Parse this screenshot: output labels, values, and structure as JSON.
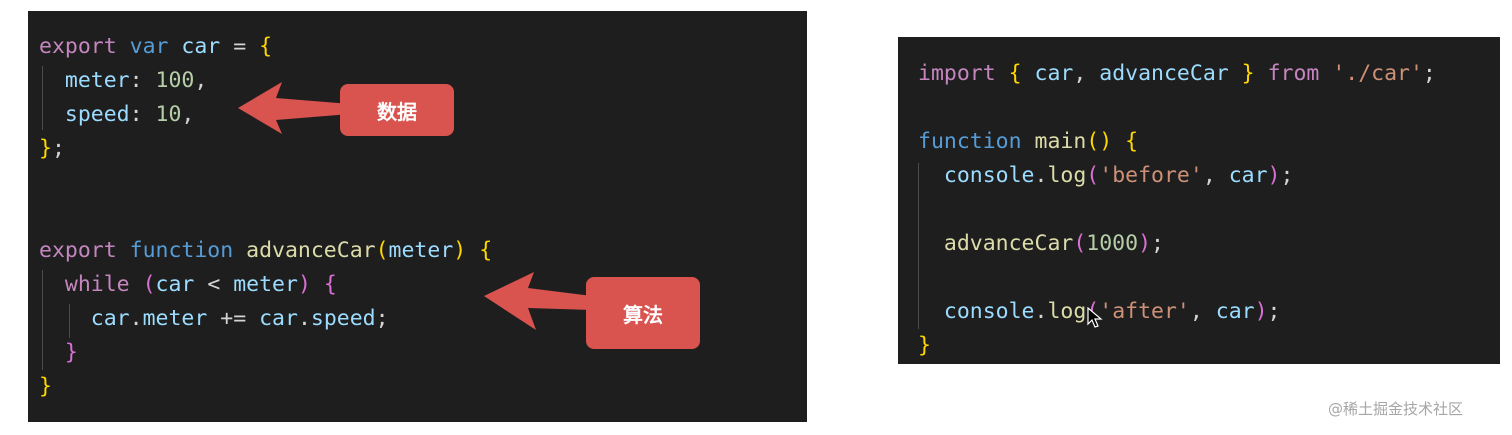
{
  "left_code": {
    "lines": [
      [
        [
          "kw",
          "export"
        ],
        [
          "plain",
          " "
        ],
        [
          "def",
          "var"
        ],
        [
          "plain",
          " "
        ],
        [
          "var",
          "car"
        ],
        [
          "plain",
          " = "
        ],
        [
          "brace",
          "{"
        ]
      ],
      [
        [
          "plain",
          "  "
        ],
        [
          "var",
          "meter"
        ],
        [
          "plain",
          ": "
        ],
        [
          "num",
          "100"
        ],
        [
          "plain",
          ","
        ]
      ],
      [
        [
          "plain",
          "  "
        ],
        [
          "var",
          "speed"
        ],
        [
          "plain",
          ": "
        ],
        [
          "num",
          "10"
        ],
        [
          "plain",
          ","
        ]
      ],
      [
        [
          "brace",
          "}"
        ],
        [
          "plain",
          ";"
        ]
      ],
      [],
      [],
      [
        [
          "kw",
          "export"
        ],
        [
          "plain",
          " "
        ],
        [
          "def",
          "function"
        ],
        [
          "plain",
          " "
        ],
        [
          "fn",
          "advanceCar"
        ],
        [
          "brace",
          "("
        ],
        [
          "var",
          "meter"
        ],
        [
          "brace",
          ")"
        ],
        [
          "plain",
          " "
        ],
        [
          "brace",
          "{"
        ]
      ],
      [
        [
          "plain",
          "  "
        ],
        [
          "kw",
          "while"
        ],
        [
          "plain",
          " "
        ],
        [
          "paren",
          "("
        ],
        [
          "var",
          "car"
        ],
        [
          "plain",
          " < "
        ],
        [
          "var",
          "meter"
        ],
        [
          "paren",
          ")"
        ],
        [
          "plain",
          " "
        ],
        [
          "brace2",
          "{"
        ]
      ],
      [
        [
          "plain",
          "    "
        ],
        [
          "var",
          "car"
        ],
        [
          "plain",
          "."
        ],
        [
          "var",
          "meter"
        ],
        [
          "plain",
          " += "
        ],
        [
          "var",
          "car"
        ],
        [
          "plain",
          "."
        ],
        [
          "var",
          "speed"
        ],
        [
          "plain",
          ";"
        ]
      ],
      [
        [
          "plain",
          "  "
        ],
        [
          "brace2",
          "}"
        ]
      ],
      [
        [
          "brace",
          "}"
        ]
      ]
    ]
  },
  "right_code": {
    "lines": [
      [
        [
          "kw",
          "import"
        ],
        [
          "plain",
          " "
        ],
        [
          "brace",
          "{"
        ],
        [
          "plain",
          " "
        ],
        [
          "var",
          "car"
        ],
        [
          "plain",
          ", "
        ],
        [
          "var",
          "advanceCar"
        ],
        [
          "plain",
          " "
        ],
        [
          "brace",
          "}"
        ],
        [
          "plain",
          " "
        ],
        [
          "kw",
          "from"
        ],
        [
          "plain",
          " "
        ],
        [
          "str",
          "'./car'"
        ],
        [
          "plain",
          ";"
        ]
      ],
      [],
      [
        [
          "def",
          "function"
        ],
        [
          "plain",
          " "
        ],
        [
          "fn",
          "main"
        ],
        [
          "brace",
          "()"
        ],
        [
          "plain",
          " "
        ],
        [
          "brace",
          "{"
        ]
      ],
      [
        [
          "plain",
          "  "
        ],
        [
          "var",
          "console"
        ],
        [
          "plain",
          "."
        ],
        [
          "fn",
          "log"
        ],
        [
          "paren",
          "("
        ],
        [
          "str",
          "'before'"
        ],
        [
          "plain",
          ", "
        ],
        [
          "var",
          "car"
        ],
        [
          "paren",
          ")"
        ],
        [
          "plain",
          ";"
        ]
      ],
      [],
      [
        [
          "plain",
          "  "
        ],
        [
          "fn",
          "advanceCar"
        ],
        [
          "paren",
          "("
        ],
        [
          "num",
          "1000"
        ],
        [
          "paren",
          ")"
        ],
        [
          "plain",
          ";"
        ]
      ],
      [],
      [
        [
          "plain",
          "  "
        ],
        [
          "var",
          "console"
        ],
        [
          "plain",
          "."
        ],
        [
          "fn",
          "log"
        ],
        [
          "paren",
          "("
        ],
        [
          "str",
          "'after'"
        ],
        [
          "plain",
          ", "
        ],
        [
          "var",
          "car"
        ],
        [
          "paren",
          ")"
        ],
        [
          "plain",
          ";"
        ]
      ],
      [
        [
          "brace",
          "}"
        ]
      ]
    ]
  },
  "annotations": {
    "data_label": "数据",
    "algorithm_label": "算法",
    "color": "#d9534f"
  },
  "watermark": "@稀土掘金技术社区",
  "icons": {
    "cursor": "mouse-pointer-icon"
  }
}
